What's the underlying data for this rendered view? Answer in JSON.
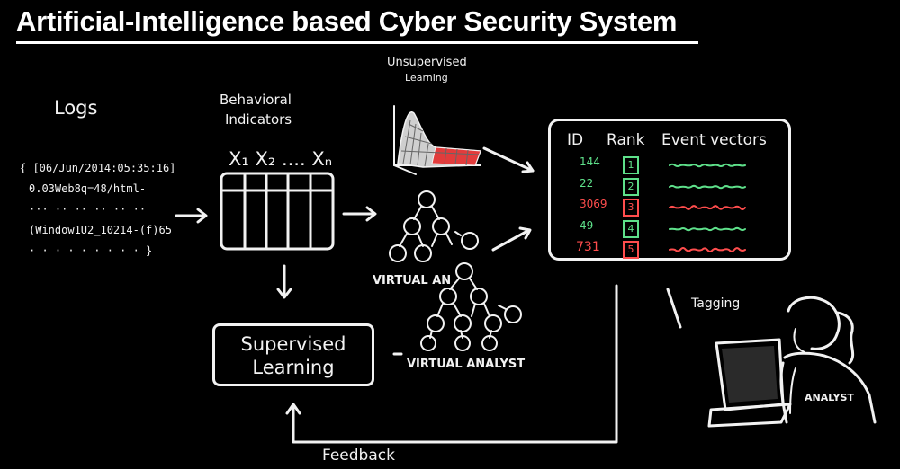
{
  "title": "Artificial-Intelligence based Cyber Security System",
  "logs": {
    "label": "Logs",
    "lines": [
      "{ [06/Jun/2014:05:35:16]",
      "0.03Web8q=48/html-",
      "··· ·· ·· ·· ·· ··",
      "(Window1U2_10214-(f)65",
      "· · · · · · · · · }"
    ]
  },
  "behavioral": {
    "label_line1": "Behavioral",
    "label_line2": "Indicators",
    "columns": "X₁ X₂ .... Xₙ"
  },
  "unsupervised": {
    "line1": "Unsupervised",
    "line2": "Learning"
  },
  "virtual_analyst_1": "VIRTUAL AN",
  "virtual_analyst_2": "VIRTUAL ANALYST",
  "supervised": {
    "line1": "Supervised",
    "line2": "Learning"
  },
  "table": {
    "headers": [
      "ID",
      "Rank",
      "Event vectors"
    ],
    "rows": [
      {
        "id": "144",
        "rank": "1",
        "color": "#5ee08a"
      },
      {
        "id": "22",
        "rank": "2",
        "color": "#5ee08a"
      },
      {
        "id": "3069",
        "rank": "3",
        "color": "#ff4d4d"
      },
      {
        "id": "49",
        "rank": "4",
        "color": "#5ee08a"
      },
      {
        "id": "731",
        "rank": "5",
        "color": "#ff4d4d"
      }
    ]
  },
  "tagging": "Tagging",
  "analyst": "ANALYST",
  "feedback": "Feedback",
  "colors": {
    "green": "#5ee08a",
    "red": "#ff4d4d",
    "chalk": "#f2f2f2"
  }
}
